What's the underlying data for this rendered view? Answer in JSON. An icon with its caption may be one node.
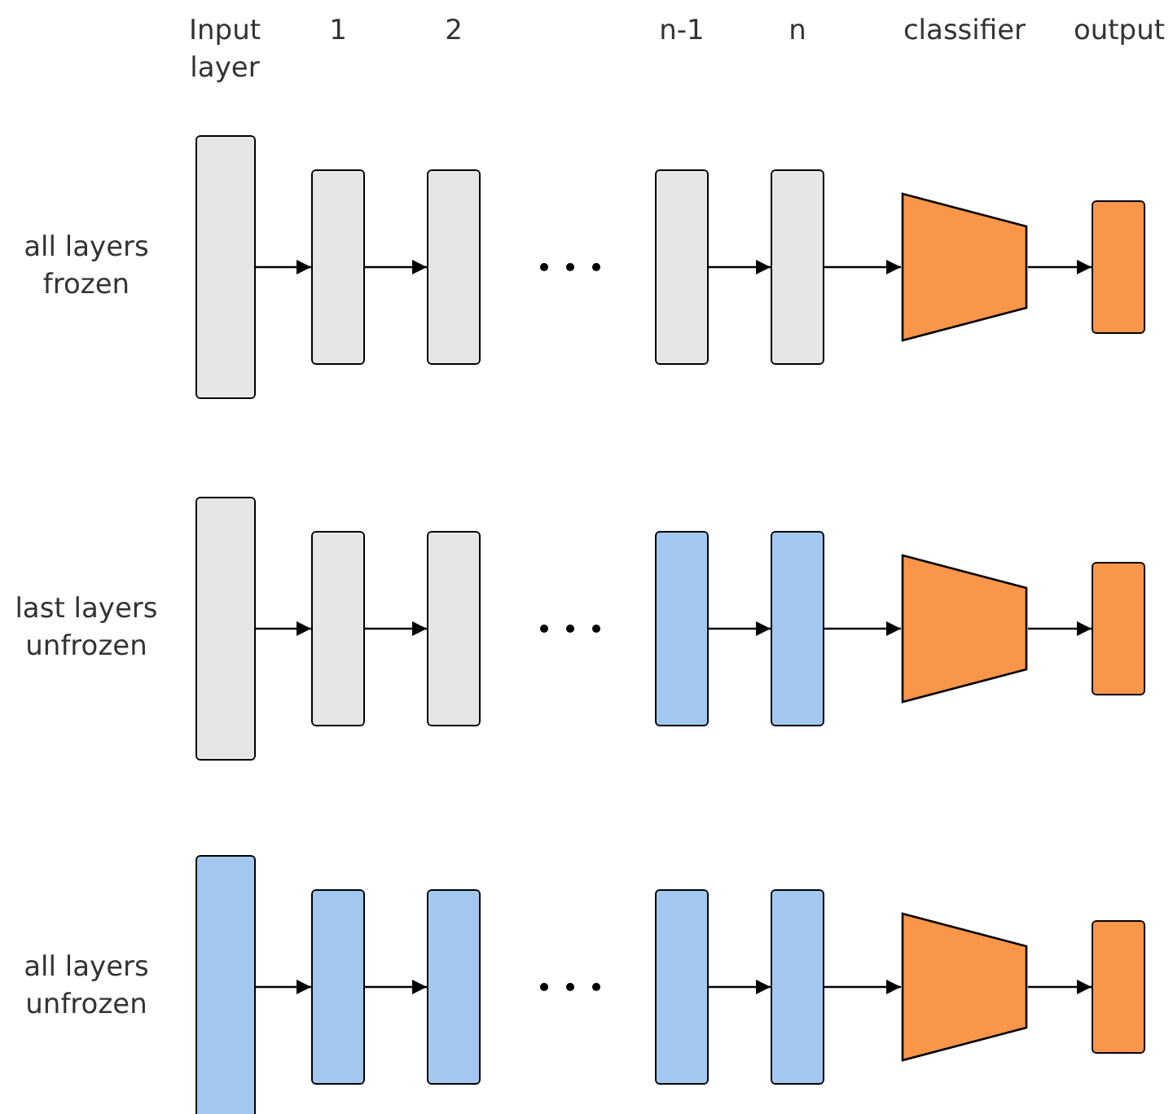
{
  "diagram": {
    "nodes": [
      {
        "text": [],
        "shape": "box"
      },
      {
        "text": [],
        "shape": "box"
      },
      {
        "text": [],
        "shape": "box"
      },
      {
        "text": [],
        "shape": "box"
      },
      {
        "text": [],
        "shape": "box"
      },
      {
        "text": [],
        "shape": "trapezoid"
      },
      {
        "text": [],
        "shape": "box"
      },
      {
        "text": [],
        "shape": "box"
      },
      {
        "text": [],
        "shape": "box"
      },
      {
        "text": [],
        "shape": "box"
      },
      {
        "text": [],
        "shape": "box"
      },
      {
        "text": [],
        "shape": "box"
      },
      {
        "text": [],
        "shape": "trapezoid"
      },
      {
        "text": [],
        "shape": "box"
      },
      {
        "text": [],
        "shape": "box"
      },
      {
        "text": [],
        "shape": "box"
      },
      {
        "text": [],
        "shape": "box"
      },
      {
        "text": [],
        "shape": "box"
      },
      {
        "text": [],
        "shape": "box"
      },
      {
        "text": [],
        "shape": "trapezoid"
      },
      {
        "text": [],
        "shape": "box"
      }
    ],
    "edges": [
      {
        "from": 0,
        "to": 1,
        "arrow": "to"
      },
      {
        "from": 1,
        "to": 2,
        "arrow": "to"
      },
      {
        "from": 3,
        "to": 4,
        "arrow": "to"
      },
      {
        "from": 4,
        "to": 5,
        "arrow": "to"
      },
      {
        "from": 5,
        "to": 6,
        "arrow": "to"
      },
      {
        "from": 7,
        "to": 8,
        "arrow": "to"
      },
      {
        "from": 8,
        "to": 9,
        "arrow": "to"
      },
      {
        "from": 10,
        "to": 11,
        "arrow": "to"
      },
      {
        "from": 11,
        "to": 12,
        "arrow": "to"
      },
      {
        "from": 12,
        "to": 13,
        "arrow": "to"
      },
      {
        "from": 14,
        "to": 15,
        "arrow": "to"
      },
      {
        "from": 15,
        "to": 16,
        "arrow": "to"
      },
      {
        "from": 17,
        "to": 18,
        "arrow": "to"
      },
      {
        "from": 18,
        "to": 19,
        "arrow": "to"
      },
      {
        "from": 19,
        "to": 20,
        "arrow": "to"
      }
    ],
    "labels": [
      "Input layer",
      "1",
      "2",
      "n-1",
      "n",
      "classifier",
      "output",
      "all layers frozen",
      "last layers unfrozen",
      "all layers unfrozen"
    ]
  }
}
